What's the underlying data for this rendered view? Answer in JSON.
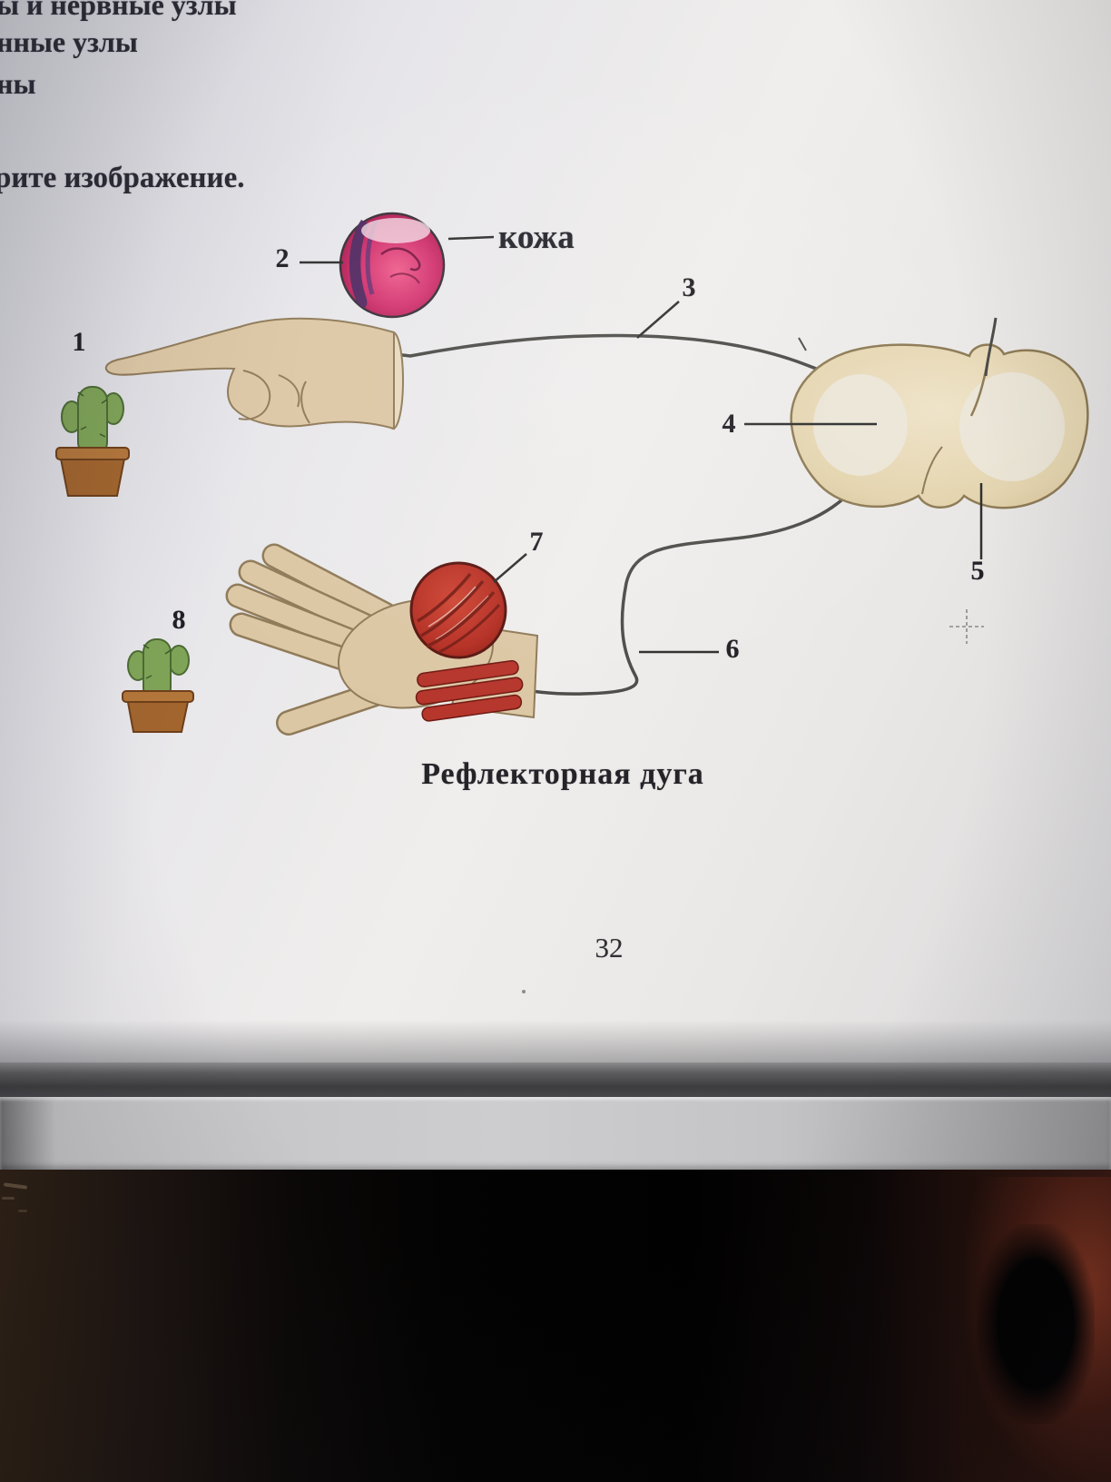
{
  "document_text": {
    "fragment_line_1": "ы и нервные узлы",
    "fragment_line_2": "нные узлы",
    "fragment_line_3": "ны",
    "fragment_line_4": "рите изображение.",
    "caption": "Рефлекторная дуга",
    "page_number": "32"
  },
  "diagram": {
    "skin_callout_label": "кожа",
    "callouts": {
      "c1": "1",
      "c2": "2",
      "c3": "3",
      "c4": "4",
      "c5": "5",
      "c6": "6",
      "c7": "7",
      "c8": "8"
    }
  },
  "colors": {
    "page_background": "#eceaec",
    "text_dark": "#2b2a33",
    "hand_skin": "#dcc7a4",
    "hand_outline": "#8f7a58",
    "cactus_green": "#7fa457",
    "cactus_outline": "#4c6b33",
    "pot_brown": "#a2652e",
    "pot_rim": "#b3763a",
    "spinal_cord_beige": "#e6d7b4",
    "spinal_cord_outline": "#8d7a55",
    "skin_circle_pink": "#d33570",
    "skin_circle_purple": "#4e2a62",
    "muscle_red": "#bf3428",
    "muscle_fiber_dark": "#7c1d15",
    "nerve_line": "#4a4a46",
    "callout_line": "#2e2e2e"
  }
}
